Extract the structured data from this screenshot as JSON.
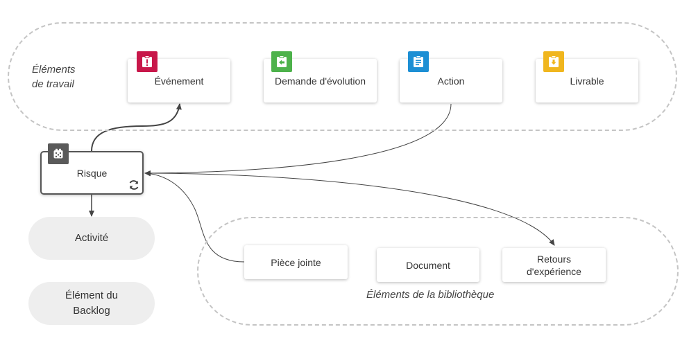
{
  "colors": {
    "evenement": "#c8174a",
    "demande": "#4db24b",
    "action": "#1d8fd4",
    "livrable": "#f0b61e",
    "risque": "#5a5a5a",
    "connector": "#444444",
    "dashed_outline": "#c4c4c4"
  },
  "groups": {
    "travail_label": "Éléments\nde travail",
    "bibliotheque_label": "Éléments de la bibliothèque"
  },
  "work_items": [
    {
      "label": "Événement",
      "icon": "clipboard-alert-icon"
    },
    {
      "label": "Demande d'évolution",
      "icon": "clipboard-arrow-left-icon"
    },
    {
      "label": "Action",
      "icon": "clipboard-text-icon"
    },
    {
      "label": "Livrable",
      "icon": "clipboard-arrow-down-icon"
    }
  ],
  "risk": {
    "label": "Risque",
    "icon": "dice-icon",
    "status_icon": "refresh-icon"
  },
  "outputs": [
    {
      "label": "Activité"
    },
    {
      "label": "Élément  du\nBacklog"
    }
  ],
  "library_items": [
    {
      "label": "Pièce jointe"
    },
    {
      "label": "Document"
    },
    {
      "label": "Retours\nd'expérience"
    }
  ]
}
